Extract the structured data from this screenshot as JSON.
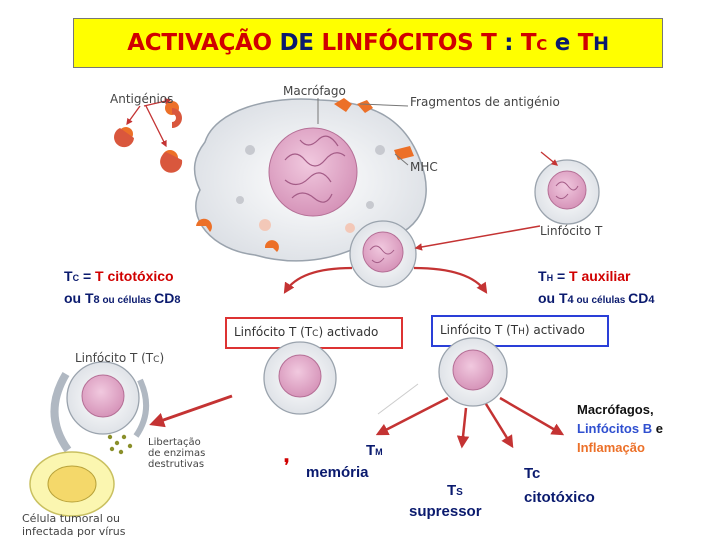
{
  "title": {
    "part1": "ACTIVAÇÃO",
    "part2": "DE",
    "part3": "LINFÓCITOS T",
    "part4": ":",
    "t1": "T",
    "t1sub": "C",
    "e": "e",
    "t2": "T",
    "t2sub": "H"
  },
  "diagram": {
    "antigens": "Antigénios",
    "macrophage": "Macrófago",
    "fragments": "Fragmentos de antigénio",
    "mhc": "MHC",
    "lymphocyte_t": "Linfócito T",
    "tc_activated": "Linfócito T (T",
    "tc_activated_sub": "C",
    "tc_activated_end": ") activado",
    "th_activated": "Linfócito T (T",
    "th_activated_sub": "H",
    "th_activated_end": ") activado",
    "lymphocyte_tc_small": "Linfócito T (T",
    "lymphocyte_tc_small_sub": "C",
    "lymphocyte_tc_small_end": ")",
    "enzymes": [
      "Libertação",
      "de enzimas",
      "destrutivas"
    ],
    "tumor": [
      "Célula tumoral ou",
      "infectada por vírus"
    ]
  },
  "left_label": {
    "t": "T",
    "sub": "C",
    "eq": " = ",
    "name": "T citotóxico",
    "line2a": "ou T",
    "n8": "8",
    "line2b": " ou células ",
    "cd": "CD",
    "cd8": "8"
  },
  "right_label": {
    "t": "T",
    "sub": "H",
    "eq": " = ",
    "name": "T auxiliar",
    "line2a": "ou T",
    "n4": "4",
    "line2b": " ou células ",
    "cd": "CD",
    "cd4": "4"
  },
  "outcomes": {
    "tm_t": "T",
    "tm_sub": "M",
    "tm_word": "memória",
    "ts_t": "T",
    "ts_sub": "S",
    "ts_word": "supressor",
    "tc_line1": "Tc",
    "tc_line2": "citotóxico",
    "mac_line1": "Macrófagos,",
    "mac_line2": "Linfócitos B",
    "mac_e": "e",
    "mac_line3": "Inflamação"
  },
  "colors": {
    "title_bg": "#ffff00",
    "red": "#d00000",
    "navy": "#0a1a6e",
    "blue": "#3050d0",
    "cell_pink": "#e2a9c8",
    "orange": "#ec7028"
  }
}
